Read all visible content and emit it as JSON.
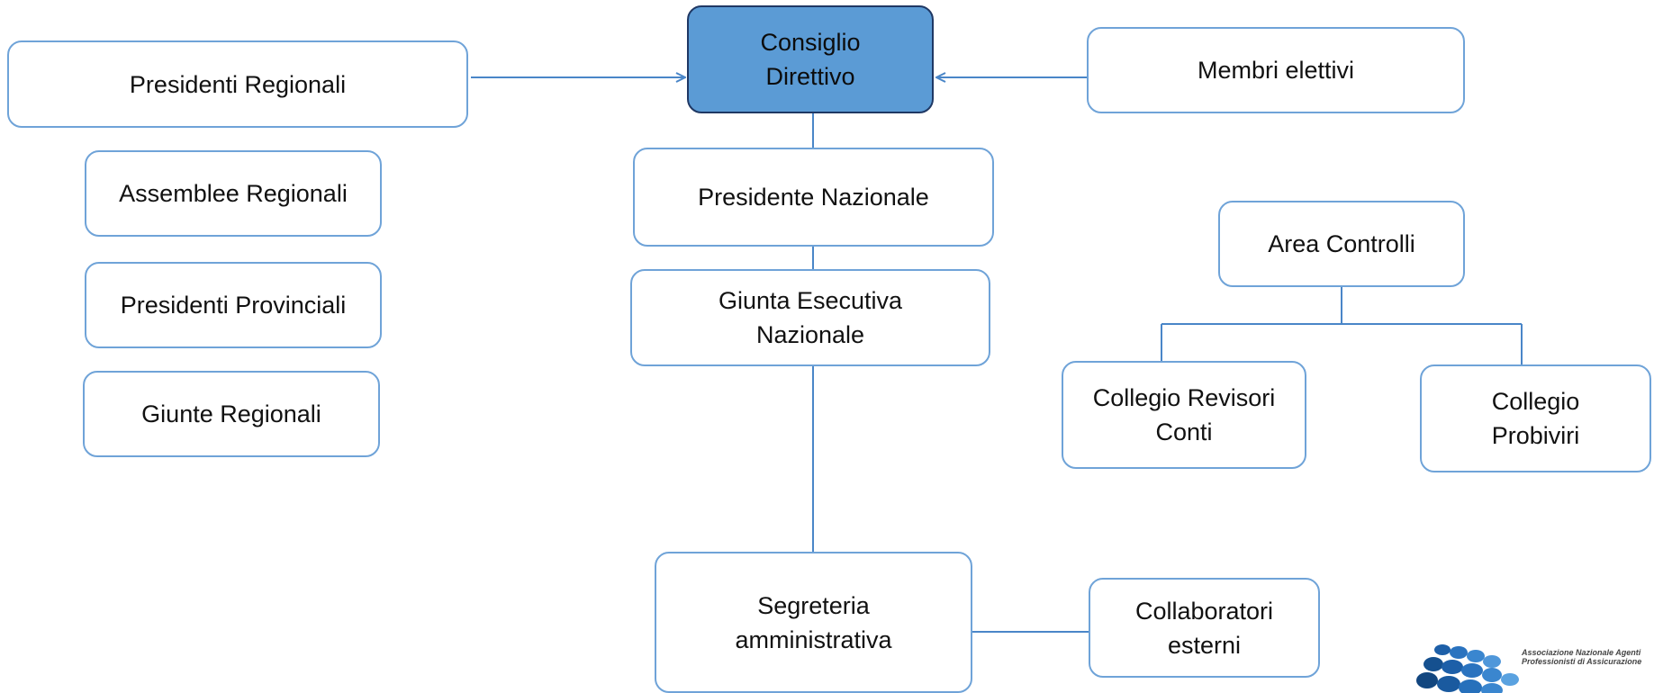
{
  "boxes": {
    "consiglio_direttivo": "Consiglio\nDirettivo",
    "presidenti_regionali": "Presidenti Regionali",
    "membri_elettivi": "Membri elettivi",
    "assemblee_regionali": "Assemblee Regionali",
    "presidente_nazionale": "Presidente Nazionale",
    "presidenti_provinciali": "Presidenti Provinciali",
    "giunta_esecutiva": "Giunta Esecutiva\nNazionale",
    "area_controlli": "Area Controlli",
    "giunte_regionali": "Giunte Regionali",
    "collegio_revisori": "Collegio Revisori\nConti",
    "collegio_probiviri": "Collegio\nProbiviri",
    "segreteria": "Segreteria\namministrativa",
    "collaboratori": "Collaboratori\nesterni"
  },
  "logo": {
    "text": "Associazione Nazionale Agenti\nProfessionisti di Assicurazione"
  },
  "colors": {
    "box_border": "#6fa3d8",
    "primary_fill": "#5b9bd5",
    "primary_border": "#1f3864",
    "connector": "#4a86c8"
  }
}
